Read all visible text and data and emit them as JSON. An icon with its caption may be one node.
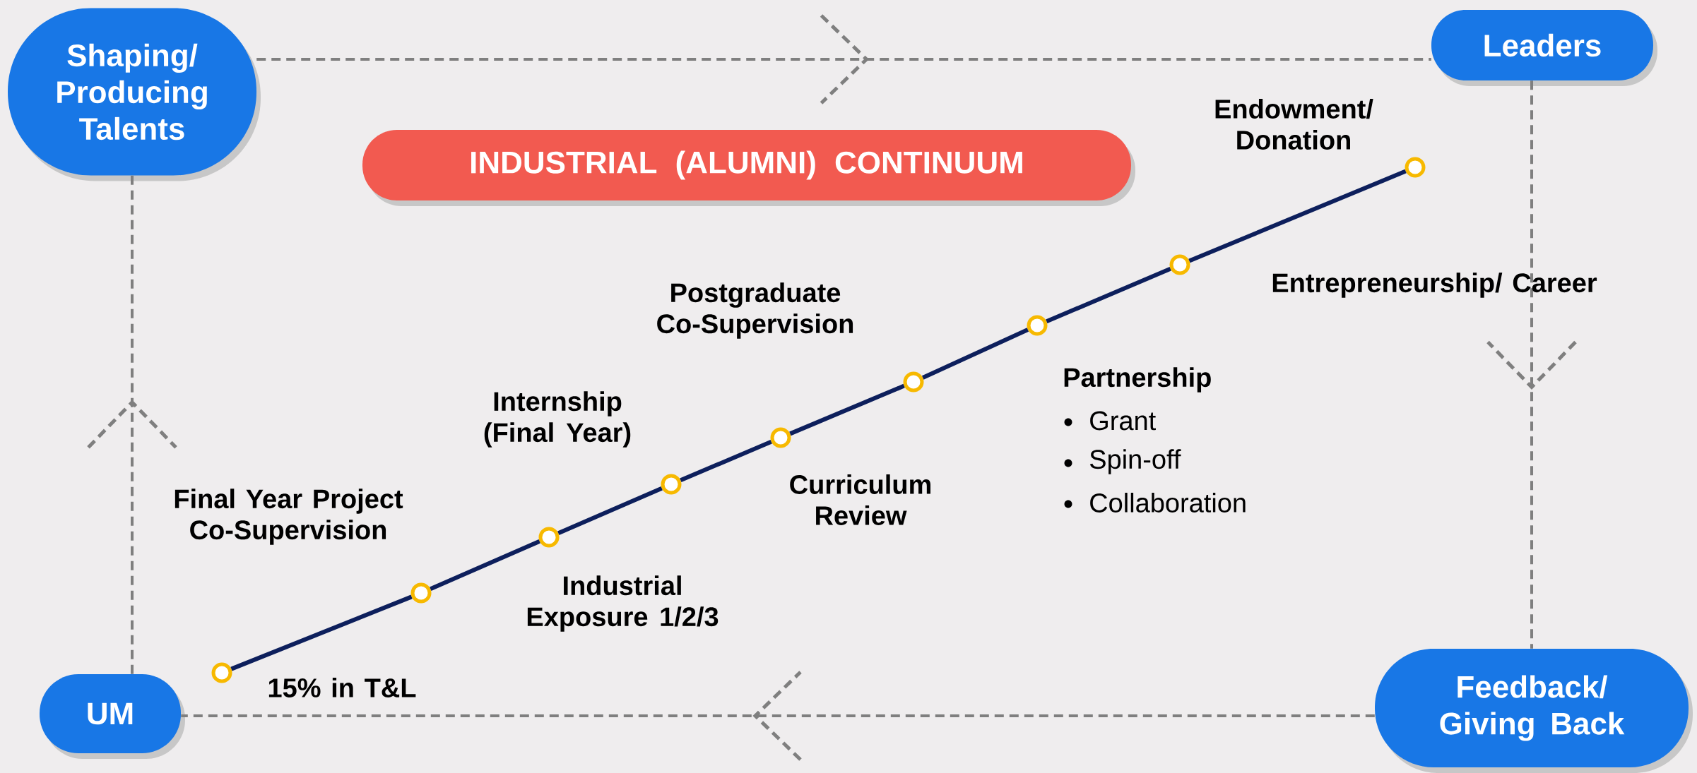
{
  "diagram": {
    "nodes": [
      {
        "text": [
          "Shaping/ Producing Talents"
        ]
      },
      {
        "text": [
          "Leaders"
        ]
      },
      {
        "text": [
          "UM"
        ]
      },
      {
        "text": [
          "Feedback/ Giving Back"
        ]
      },
      {
        "text": [
          "INDUSTRIAL (ALUMNI) CONTINUUM"
        ]
      },
      {
        "text": [],
        "shape": "circle",
        "beside": [
          "15% in T&L"
        ]
      },
      {
        "text": [],
        "shape": "circle",
        "beside": [
          "Final Year Project Co-Supervision"
        ]
      },
      {
        "text": [],
        "shape": "circle",
        "beside": [
          "Industrial Exposure 1/2/3"
        ]
      },
      {
        "text": [],
        "shape": "circle",
        "beside": [
          "Internship (Final Year)"
        ]
      },
      {
        "text": [],
        "shape": "circle",
        "beside": [
          "Curriculum Review"
        ]
      },
      {
        "text": [],
        "shape": "circle",
        "beside": [
          "Postgraduate Co-Supervision"
        ]
      },
      {
        "text": [],
        "shape": "circle",
        "beside": [
          "Partnership",
          "Grant",
          "Spin-off",
          "Collaboration"
        ]
      },
      {
        "text": [],
        "shape": "circle",
        "beside": [
          "Entrepreneurship/ Career"
        ]
      },
      {
        "text": [],
        "shape": "circle",
        "beside": [
          "Endowment/ Donation"
        ]
      }
    ],
    "edges": [
      {
        "from": 0,
        "to": 1,
        "arrow": "to",
        "style": "dashed",
        "color": "#7f7f7f"
      },
      {
        "from": 1,
        "to": 3,
        "arrow": "to",
        "style": "dashed",
        "color": "#7f7f7f"
      },
      {
        "from": 3,
        "to": 2,
        "arrow": "to",
        "style": "dashed",
        "color": "#7f7f7f"
      },
      {
        "from": 2,
        "to": 0,
        "arrow": "to",
        "style": "dashed",
        "color": "#7f7f7f"
      },
      {
        "from": 5,
        "to": 6,
        "arrow": "none"
      },
      {
        "from": 6,
        "to": 7,
        "arrow": "none"
      },
      {
        "from": 7,
        "to": 8,
        "arrow": "none"
      },
      {
        "from": 8,
        "to": 9,
        "arrow": "none"
      },
      {
        "from": 9,
        "to": 10,
        "arrow": "none"
      },
      {
        "from": 10,
        "to": 11,
        "arrow": "none"
      },
      {
        "from": 11,
        "to": 12,
        "arrow": "none"
      },
      {
        "from": 12,
        "to": 13,
        "arrow": "none"
      }
    ]
  }
}
